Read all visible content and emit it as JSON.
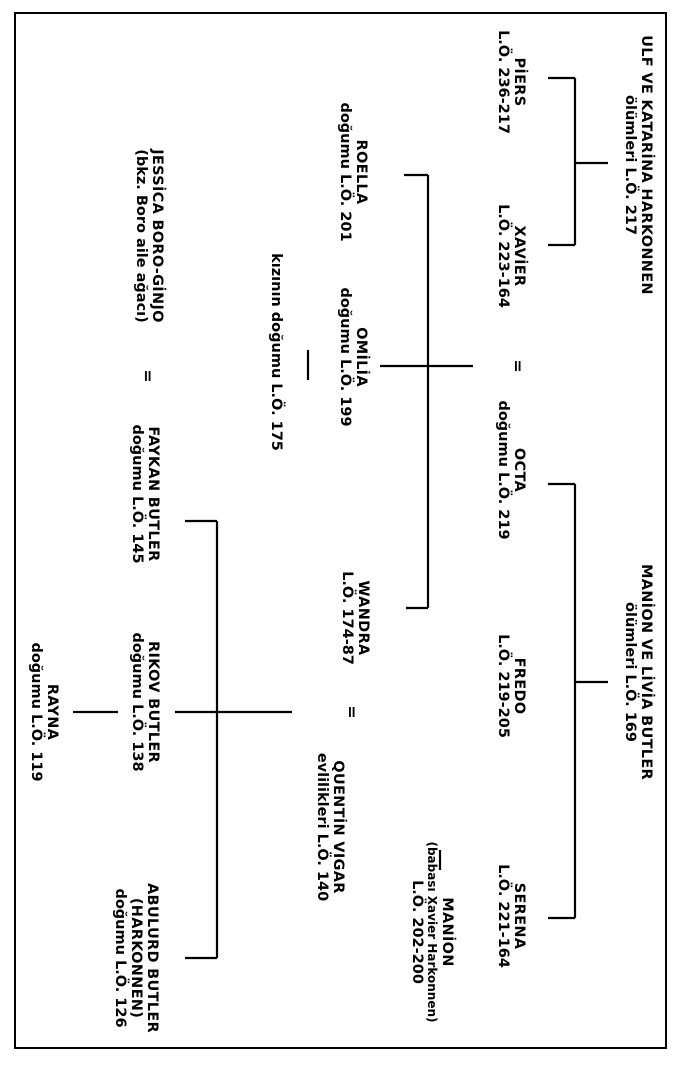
{
  "tree": {
    "ulf_katarina": {
      "name": "ULF VE KATARİNA HARKONNEN",
      "date": "ölümleri L.Ö. 217"
    },
    "piers": {
      "name": "PİERS",
      "date": "L.Ö. 236-217"
    },
    "xavier": {
      "name": "XAVİER",
      "date": "L.Ö. 223-164"
    },
    "roella": {
      "name": "ROELLA",
      "date": "doğumu L.Ö. 201"
    },
    "omilia": {
      "name": "OMİLİA",
      "date": "doğumu L.Ö. 199"
    },
    "kizinin_dogumu": "kızının doğumu L.Ö. 175",
    "marriage_eq_1": "=",
    "octa": {
      "name": "OCTA",
      "date": "doğumu L.Ö. 219"
    },
    "manion_livia": {
      "name": "MANİON VE LİVİA BUTLER",
      "date": "ölümleri L.Ö. 169"
    },
    "fredo": {
      "name": "FREDO",
      "date": "L.Ö. 219-205"
    },
    "serena": {
      "name": "SERENA",
      "date": "L.Ö. 221-164"
    },
    "manion_child": {
      "name": "MANİON",
      "note": "(babası Xavier Harkonnen)",
      "date": "L.Ö. 202-200"
    },
    "wandra": {
      "name": "WANDRA",
      "date": "L.Ö. 174-87"
    },
    "marriage_eq_2": "=",
    "quentin": {
      "name": "QUENTİN VIGAR",
      "date": "evlilikleri L.Ö. 140"
    },
    "jessica": {
      "name": "JESSİCA BORO-GİNJO",
      "note": "(bkz. Boro aile ağacı)"
    },
    "marriage_eq_3": "=",
    "faykan": {
      "name": "FAYKAN BUTLER",
      "date": "doğumu L.Ö. 145"
    },
    "rikov": {
      "name": "RIKOV BUTLER",
      "date": "doğumu L.Ö. 138"
    },
    "abulurd": {
      "name": "ABULURD BUTLER",
      "note": "(HARKONNEN)",
      "date": "doğumu L.Ö. 126"
    },
    "rayna": {
      "name": "RAYNA",
      "date": "doğumu L.Ö. 119"
    }
  }
}
